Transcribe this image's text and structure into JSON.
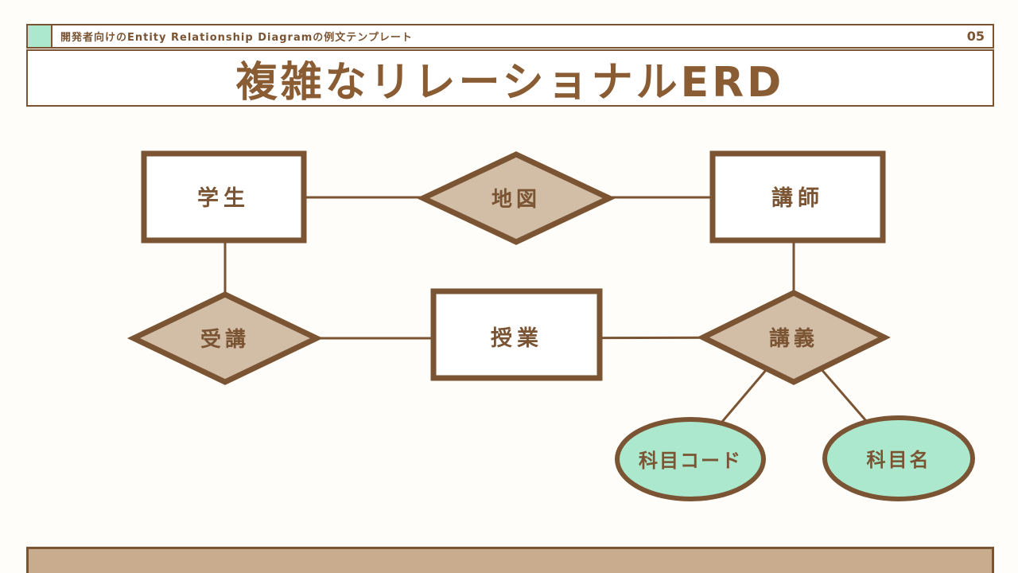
{
  "header": {
    "subtitle": "開発者向けのEntity Relationship Diagramの例文テンプレート",
    "page_number": "05"
  },
  "title": "複雑なリレーショナルERD",
  "diagram": {
    "entities": [
      {
        "label": "学生"
      },
      {
        "label": "講師"
      },
      {
        "label": "授業"
      }
    ],
    "relationships": [
      {
        "label": "地図"
      },
      {
        "label": "受講"
      },
      {
        "label": "講義"
      }
    ],
    "attributes": [
      {
        "label": "科目コード"
      },
      {
        "label": "科目名"
      }
    ]
  },
  "colors": {
    "outline_brown": "#7a5433",
    "title_brown": "#8a5c33",
    "diamond_tan": "#d2bea7",
    "footer_tan": "#c9ac8e",
    "attribute_mint": "#abe8cd",
    "background": "#fffdf9",
    "shape_white": "#ffffff"
  }
}
